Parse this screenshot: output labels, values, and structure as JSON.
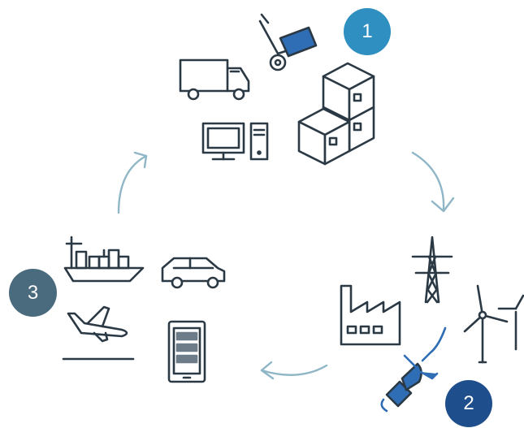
{
  "badges": [
    {
      "label": "1",
      "color": "#2e8fc0"
    },
    {
      "label": "2",
      "color": "#1f4e8c"
    },
    {
      "label": "3",
      "color": "#4a6a7e"
    }
  ],
  "colors": {
    "icon_stroke": "#2b3945",
    "accent_blue": "#2f6db5",
    "arrow": "#8fb6c6",
    "fill_light": "#ffffff"
  },
  "groups": {
    "logistics": [
      "hand-truck-icon",
      "delivery-truck-icon",
      "stacked-boxes-icon",
      "desktop-computer-icon"
    ],
    "energy": [
      "power-pylon-icon",
      "factory-icon",
      "wind-turbines-icon",
      "power-plug-icon"
    ],
    "transport": [
      "cargo-ship-icon",
      "car-icon",
      "airplane-takeoff-icon",
      "smartphone-icon"
    ]
  }
}
